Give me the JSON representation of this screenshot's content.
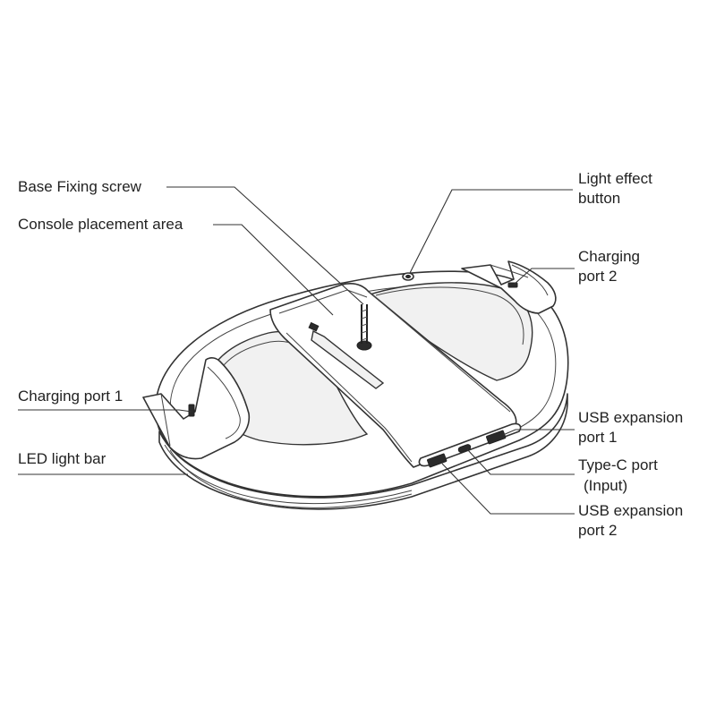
{
  "labels": {
    "base_fixing_screw": "Base Fixing screw",
    "console_placement_area": "Console placement area",
    "charging_port_1": "Charging port 1",
    "led_light_bar": "LED light bar",
    "light_effect_button_line1": "Light effect",
    "light_effect_button_line2": "button",
    "charging_port_2_line1": "Charging",
    "charging_port_2_line2": "port 2",
    "usb_expansion_port_1_line1": "USB expansion",
    "usb_expansion_port_1_line2": "port 1",
    "type_c_port_line1": "Type-C port",
    "type_c_port_line2": "(Input)",
    "usb_expansion_port_2_line1": "USB expansion",
    "usb_expansion_port_2_line2": "port 2"
  },
  "colors": {
    "line": "#333333",
    "text": "#222222",
    "background": "#ffffff"
  }
}
